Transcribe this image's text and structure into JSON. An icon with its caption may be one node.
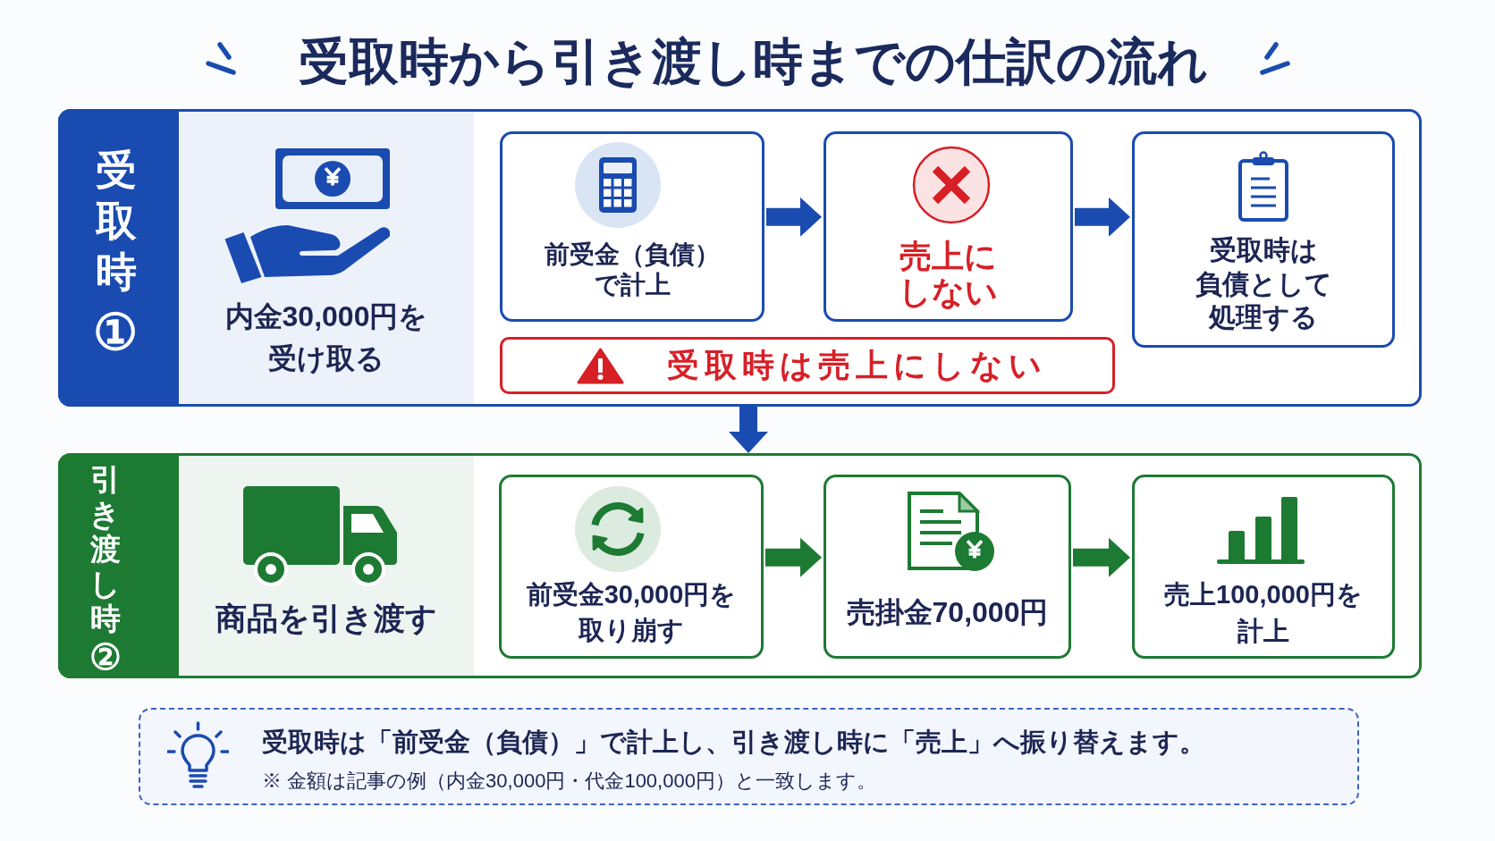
{
  "diagram": {
    "title": "受取時から引き渡し時までの仕訳の流れ",
    "nodes": [
      {
        "text": [
          "受取時",
          "①"
        ]
      },
      {
        "text": [
          "内金30,000円を受け取る"
        ],
        "in": 0
      },
      {
        "text": [
          "前受金（負債）で計上"
        ],
        "in": 0
      },
      {
        "text": [
          "売上にしない"
        ],
        "in": 0
      },
      {
        "text": [
          "受取時は負債として処理する"
        ],
        "in": 0
      },
      {
        "text": [
          "受取時は売上にしない"
        ],
        "in": 0
      },
      {
        "text": [
          "引き渡し時",
          "②"
        ]
      },
      {
        "text": [
          "商品を引き渡す"
        ],
        "in": 6
      },
      {
        "text": [
          "前受金30,000円を取り崩す"
        ],
        "in": 6
      },
      {
        "text": [
          "売掛金70,000円"
        ],
        "in": 6
      },
      {
        "text": [
          "売上100,000円を計上"
        ],
        "in": 6
      },
      {
        "text": [
          "受取時は「前受金（負債）」で計上し、引き渡し時に「売上」へ振り替えます。",
          "※ 金額は記事の例（内金30,000円・代金100,000円）と一致します。"
        ]
      }
    ],
    "edges": [
      {
        "from": 2,
        "to": 3,
        "arrow": "to"
      },
      {
        "from": 3,
        "to": 4,
        "arrow": "to"
      },
      {
        "from": 0,
        "to": 6,
        "arrow": "to"
      },
      {
        "from": 8,
        "to": 9,
        "arrow": "to",
        "color": "#1d7a33"
      },
      {
        "from": 9,
        "to": 10,
        "arrow": "to",
        "color": "#1d7a33"
      }
    ]
  }
}
